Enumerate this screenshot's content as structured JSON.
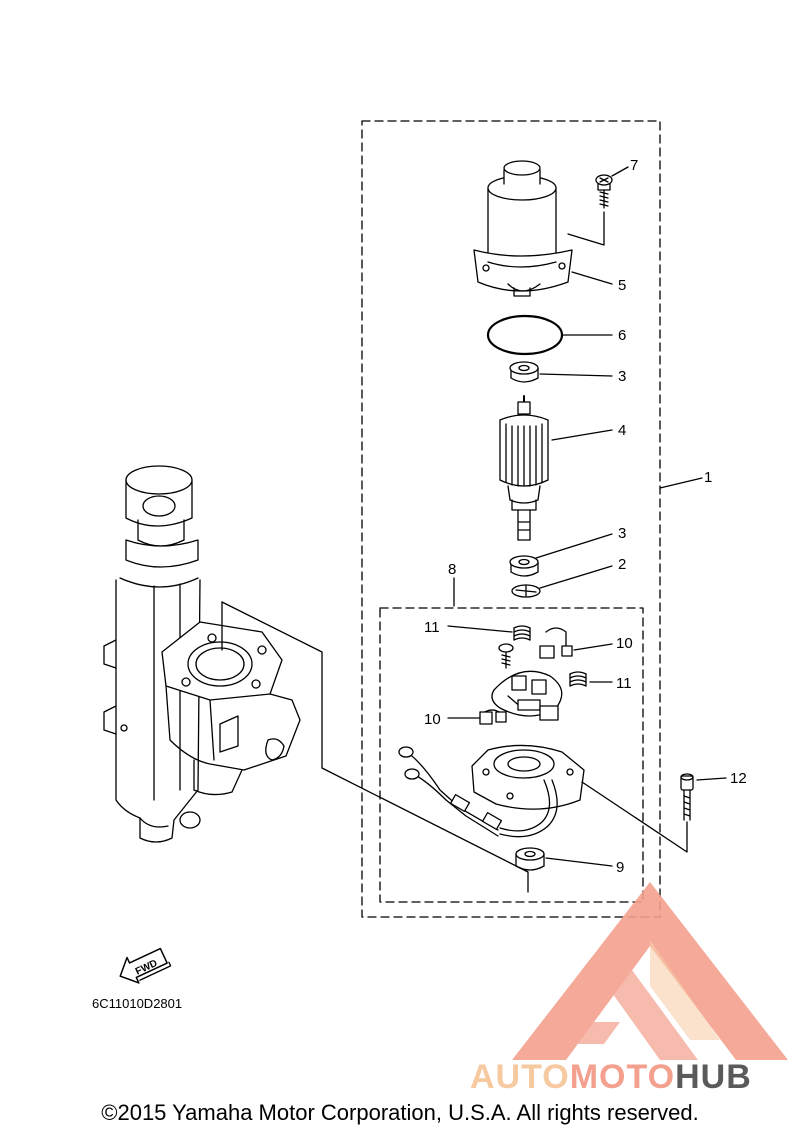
{
  "callouts": [
    "1",
    "2",
    "3",
    "3",
    "4",
    "5",
    "6",
    "7",
    "8",
    "9",
    "10",
    "10",
    "11",
    "11",
    "12"
  ],
  "diagram_code": "6C11010D2801",
  "direction_label": "FWD",
  "watermark": {
    "part1": "AUTO",
    "part2": "MOTO",
    "part3": "HUB",
    "colors": {
      "primary": "#f4a08e",
      "secondary": "#f7c9a0",
      "dark": "#5a5a5a"
    }
  },
  "copyright": "©2015 Yamaha Motor Corporation, U.S.A. All rights reserved."
}
